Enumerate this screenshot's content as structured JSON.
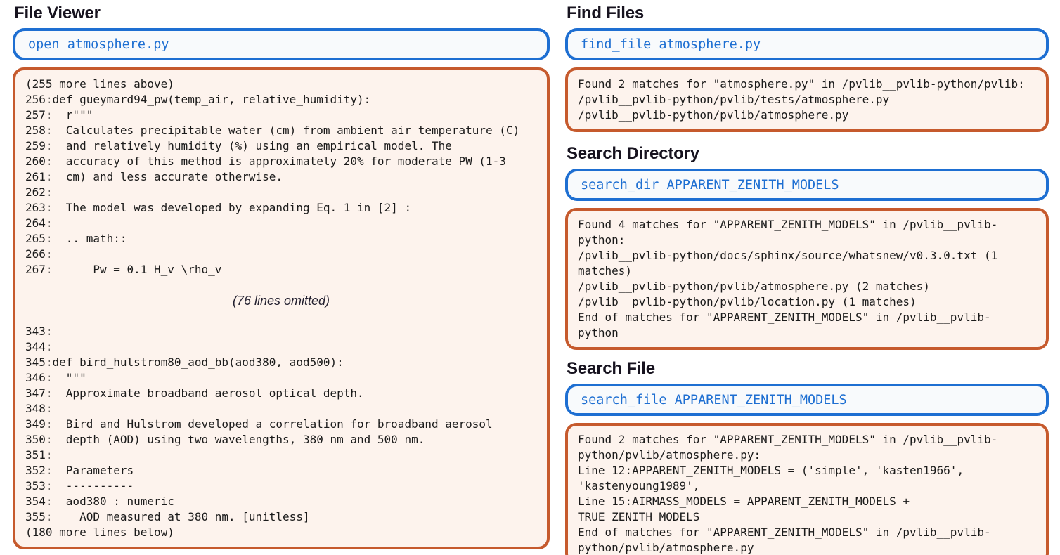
{
  "colors": {
    "accent_blue": "#1e6fd2",
    "accent_orange": "#c65a2d",
    "command_bg": "#f8fafc",
    "output_bg": "#fdf3ed",
    "code_text": "#1b1b1b",
    "title_text": "#17131f",
    "page_bg": "#ffffff"
  },
  "panels": {
    "file_viewer": {
      "title": "File Viewer",
      "command": "open atmosphere.py",
      "output_lines": [
        "(255 more lines above)",
        "256:def gueymard94_pw(temp_air, relative_humidity):",
        "257:  r\"\"\"",
        "258:  Calculates precipitable water (cm) from ambient air temperature (C)",
        "259:  and relatively humidity (%) using an empirical model. The",
        "260:  accuracy of this method is approximately 20% for moderate PW (1-3",
        "261:  cm) and less accurate otherwise.",
        "262:",
        "263:  The model was developed by expanding Eq. 1 in [2]_:",
        "264:",
        "265:  .. math::",
        "266:",
        "267:      Pw = 0.1 H_v \\rho_v",
        "",
        {
          "text": "(76 lines omitted)",
          "style": "omitted"
        },
        "",
        "343:",
        "344:",
        "345:def bird_hulstrom80_aod_bb(aod380, aod500):",
        "346:  \"\"\"",
        "347:  Approximate broadband aerosol optical depth.",
        "348:",
        "349:  Bird and Hulstrom developed a correlation for broadband aerosol",
        "350:  depth (AOD) using two wavelengths, 380 nm and 500 nm.",
        "351:",
        "352:  Parameters",
        "353:  ----------",
        "354:  aod380 : numeric",
        "355:    AOD measured at 380 nm. [unitless]",
        "(180 more lines below)"
      ]
    },
    "find_files": {
      "title": "Find Files",
      "command": "find_file atmosphere.py",
      "output_lines": [
        "Found 2 matches for \"atmosphere.py\" in /pvlib__pvlib-python/pvlib:",
        "/pvlib__pvlib-python/pvlib/tests/atmosphere.py",
        "/pvlib__pvlib-python/pvlib/atmosphere.py"
      ]
    },
    "search_dir": {
      "title": "Search Directory",
      "command": "search_dir APPARENT_ZENITH_MODELS",
      "output_lines": [
        "Found 4 matches for \"APPARENT_ZENITH_MODELS\" in /pvlib__pvlib-",
        "python:",
        "/pvlib__pvlib-python/docs/sphinx/source/whatsnew/v0.3.0.txt (1",
        "matches)",
        "/pvlib__pvlib-python/pvlib/atmosphere.py (2 matches)",
        "/pvlib__pvlib-python/pvlib/location.py (1 matches)",
        "End of matches for \"APPARENT_ZENITH_MODELS\" in /pvlib__pvlib-",
        "python"
      ]
    },
    "search_file": {
      "title": "Search File",
      "command": "search_file APPARENT_ZENITH_MODELS",
      "output_lines": [
        "Found 2 matches for \"APPARENT_ZENITH_MODELS\" in /pvlib__pvlib-",
        "python/pvlib/atmosphere.py:",
        "Line 12:APPARENT_ZENITH_MODELS = ('simple', 'kasten1966',",
        "'kastenyoung1989',",
        "Line 15:AIRMASS_MODELS = APPARENT_ZENITH_MODELS +",
        "TRUE_ZENITH_MODELS",
        "End of matches for \"APPARENT_ZENITH_MODELS\" in /pvlib__pvlib-",
        "python/pvlib/atmosphere.py"
      ]
    }
  }
}
